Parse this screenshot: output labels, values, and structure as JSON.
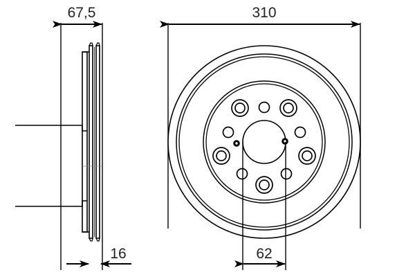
{
  "drawing": {
    "type": "engineering-technical-drawing",
    "subject": "brake-disc",
    "background_color": "#ffffff",
    "line_color": "#000000",
    "text_color": "#231f20",
    "units": "mm",
    "views": [
      {
        "name": "side-section-view",
        "position": "left"
      },
      {
        "name": "front-face-view",
        "position": "right"
      }
    ]
  },
  "dimensions": {
    "overall_width": {
      "label": "67,5",
      "value": 67.5,
      "view": "side-section-view",
      "placement": "top",
      "arrow_style": "outward-double-headed"
    },
    "outer_diameter": {
      "label": "310",
      "value": 310,
      "view": "front-face-view",
      "placement": "top",
      "arrow_style": "outward-double-headed"
    },
    "disc_thickness": {
      "label": "16",
      "value": 16,
      "view": "side-section-view",
      "placement": "bottom",
      "arrow_style": "inward-pointing"
    },
    "center_bore": {
      "label": "62",
      "value": 62,
      "view": "front-face-view",
      "placement": "bottom",
      "arrow_style": "outward-double-headed"
    }
  },
  "front_view_features": {
    "outer_rim_circles": 3,
    "hub_circles": 2,
    "center_bore_circle": 1,
    "bolt_holes_ringed": 5,
    "plain_holes": 5,
    "dowel_pin_dots": 2
  }
}
